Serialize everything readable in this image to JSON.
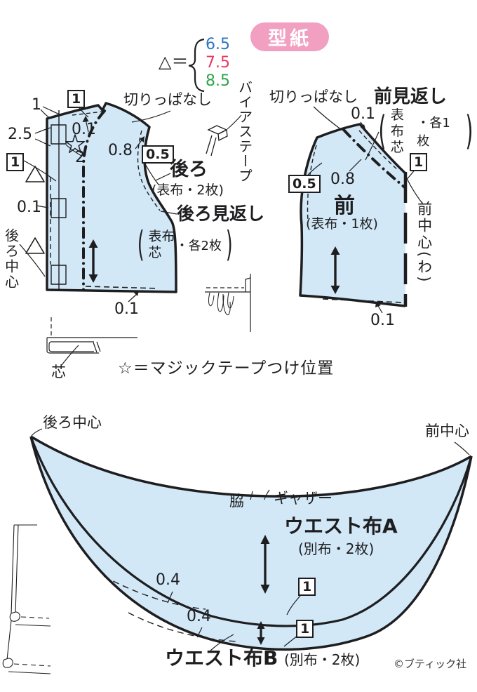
{
  "badge": {
    "label": "型紙",
    "bg": "#F2A0C1"
  },
  "legend": {
    "symbol": "△＝",
    "sizes": [
      {
        "value": "6.5",
        "color": "#2E75C5"
      },
      {
        "value": "7.5",
        "color": "#E73964"
      },
      {
        "value": "8.5",
        "color": "#2FA24B"
      }
    ]
  },
  "colors": {
    "piece_fill": "#D2E8F7",
    "line": "#1E1E20"
  },
  "back": {
    "cut_edge": "切りっぱなし",
    "one_plain": "1",
    "one_boxed_top": "1",
    "two_five": "2.5",
    "zero_one_top": "0.1",
    "two": "2",
    "zero_eight": "0.8",
    "half_boxed": "0.5",
    "title": "後ろ",
    "materials": "(表布・2枚)",
    "facing_title": "後ろ見返し",
    "facing_open": "(",
    "facing_fabric": "表布",
    "facing_interfacing": "芯",
    "facing_count": "・各2枚",
    "facing_close": ")",
    "one_boxed_left": "1",
    "zero_one_left": "0.1",
    "center_back": "後ろ中心",
    "zero_one_bottom": "0.1"
  },
  "front": {
    "cut_edge": "切りっぱなし",
    "facing_title": "前見返し",
    "zero_one_top": "0.1",
    "facing_open": "(",
    "facing_fabric": "表布",
    "facing_interfacing": "芯",
    "facing_count": "・各1枚",
    "facing_close": ")",
    "one_boxed": "1",
    "half_boxed": "0.5",
    "zero_eight": "0.8",
    "title": "前",
    "materials": "(表布・1枚)",
    "center_front": "前中心(わ)",
    "zero_one_bottom": "0.1"
  },
  "notes": {
    "bias_tape": "バイアステープ",
    "interfacing": "芯",
    "star_note": "☆＝マジックテープつけ位置"
  },
  "waist": {
    "center_back": "後ろ中心",
    "center_front": "前中心",
    "side": "脇",
    "gather": "ギャザー",
    "piece_a_title": "ウエスト布A",
    "piece_a_materials": "(別布・2枚)",
    "piece_b_title": "ウエスト布B",
    "piece_b_materials": "(別布・2枚)",
    "zero_four_1": "0.4",
    "zero_four_2": "0.4",
    "one_boxed_1": "1",
    "one_boxed_2": "1"
  },
  "footer": {
    "copyright": "©ブティック社"
  }
}
